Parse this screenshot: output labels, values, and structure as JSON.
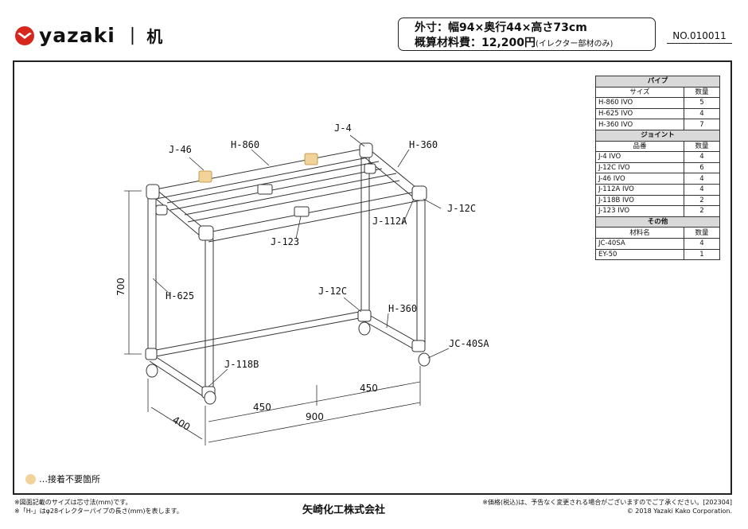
{
  "header": {
    "brand": "yazaki",
    "separator": "|",
    "title": "机",
    "spec_size": "外寸：幅94×奥行44×高さ73cm",
    "spec_cost": "概算材料費：12,200円",
    "spec_cost_note": "(イレクター部材のみ)",
    "doc_no": "NO.010011"
  },
  "colors": {
    "brand_red": "#d7261e",
    "no_glue_marker": "#f2d39a"
  },
  "diagram": {
    "labels": {
      "j46": "J-46",
      "h860": "H-860",
      "j4": "J-4",
      "h360_top": "H-360",
      "j12c_top": "J-12C",
      "j112a": "J-112A",
      "j123": "J-123",
      "h625": "H-625",
      "j12c_bottom": "J-12C",
      "h360_bottom": "H-360",
      "jc40sa": "JC-40SA",
      "j118b": "J-118B"
    },
    "dimensions": {
      "height": "700",
      "depth": "400",
      "half_left": "450",
      "half_right": "450",
      "width": "900"
    }
  },
  "parts_table": {
    "pipes": {
      "title": "パイプ",
      "col_name": "サイズ",
      "col_qty": "数量",
      "rows": [
        {
          "name": "H-860 IVO",
          "qty": "5"
        },
        {
          "name": "H-625 IVO",
          "qty": "4"
        },
        {
          "name": "H-360 IVO",
          "qty": "7"
        }
      ]
    },
    "joints": {
      "title": "ジョイント",
      "col_name": "品番",
      "col_qty": "数量",
      "rows": [
        {
          "name": "J-4 IVO",
          "qty": "4"
        },
        {
          "name": "J-12C IVO",
          "qty": "6"
        },
        {
          "name": "J-46 IVO",
          "qty": "4"
        },
        {
          "name": "J-112A IVO",
          "qty": "4"
        },
        {
          "name": "J-118B IVO",
          "qty": "2"
        },
        {
          "name": "J-123 IVO",
          "qty": "2"
        }
      ]
    },
    "others": {
      "title": "その他",
      "col_name": "材料名",
      "col_qty": "数量",
      "rows": [
        {
          "name": "JC-40SA",
          "qty": "4"
        },
        {
          "name": "EY-50",
          "qty": "1"
        }
      ]
    }
  },
  "legend": {
    "text": "…接着不要箇所"
  },
  "footer": {
    "note1": "※図面記載のサイズは芯寸法(mm)です。",
    "note2": "※「H-」はφ28イレクターパイプの長さ(mm)を表します。",
    "company": "矢崎化工株式会社",
    "note3": "※価格(税込)は、予告なく変更される場合がございますのでご了承ください。[202304]",
    "copyright": "© 2018 Yazaki Kako Corporation."
  }
}
